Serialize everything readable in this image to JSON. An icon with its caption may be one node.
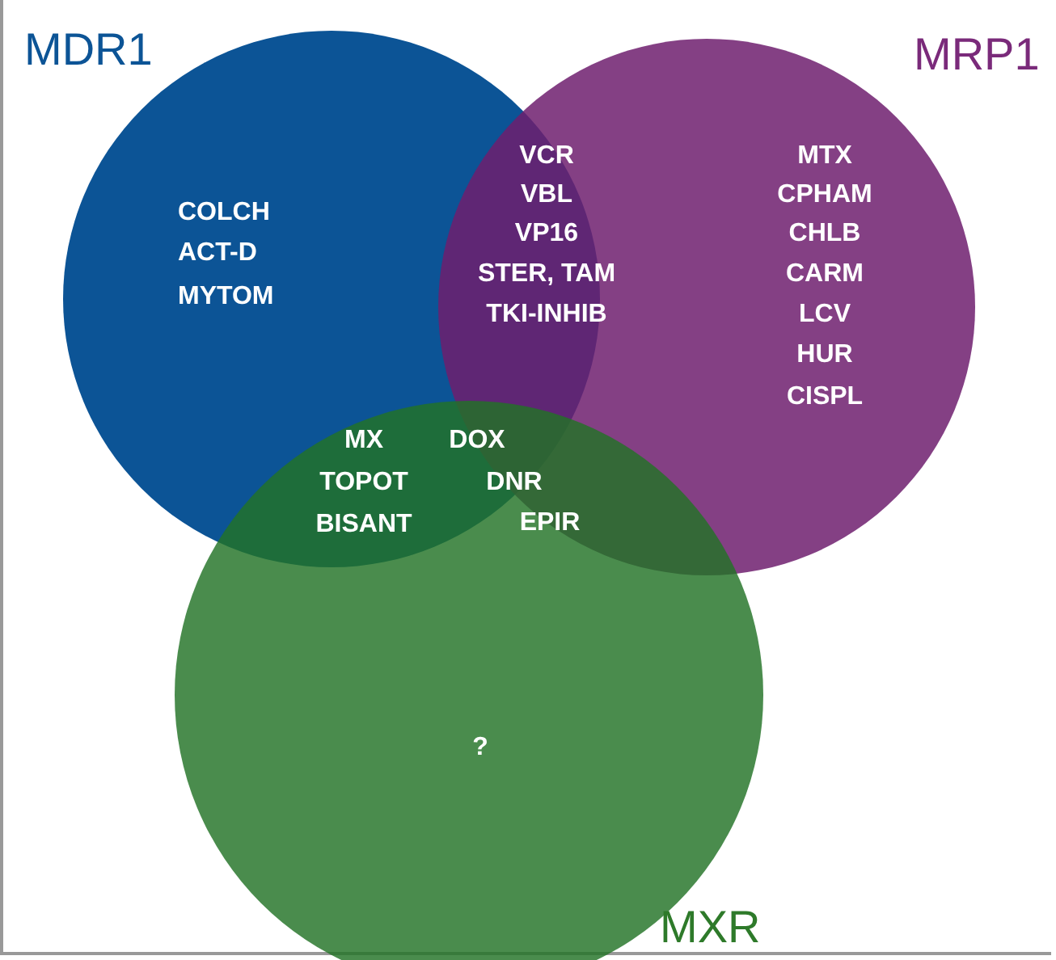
{
  "diagram": {
    "nodes": [
      {
        "text": [
          "MDR1"
        ]
      },
      {
        "text": [
          "MRP1"
        ]
      },
      {
        "text": [
          "MXR"
        ]
      }
    ],
    "edges": [],
    "labels": [
      "COLCH",
      "ACT-D",
      "MYTOM",
      "VCR",
      "VBL",
      "VP16",
      "STER, TAM",
      "TKI-INHIB",
      "MTX",
      "CPHAM",
      "CHLB",
      "CARM",
      "LCV",
      "HUR",
      "CISPL",
      "MX",
      "DOX",
      "TOPOT",
      "DNR",
      "BISANT",
      "EPIR",
      "?"
    ]
  }
}
